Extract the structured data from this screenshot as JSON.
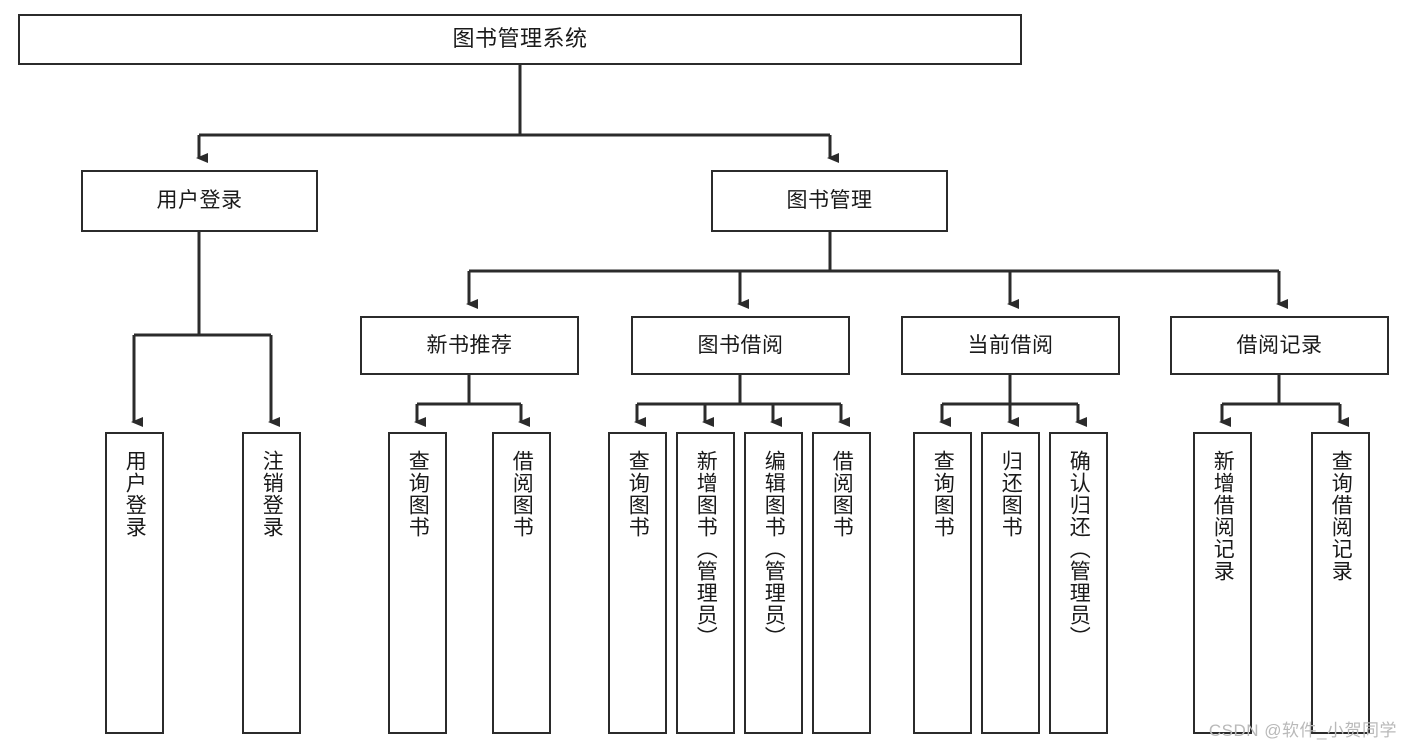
{
  "diagram": {
    "type": "tree",
    "title": "图书管理系统",
    "watermark": "CSDN @软件_小贺同学",
    "colors": {
      "box_border": "#2b2b2b",
      "box_fill": "#ffffff",
      "edge": "#2b2b2b",
      "text": "#1a1a1a",
      "watermark": "#b9b9b9"
    },
    "levels": {
      "root": {
        "label": "图书管理系统"
      },
      "level2": [
        {
          "label": "用户登录"
        },
        {
          "label": "图书管理"
        }
      ],
      "level3": [
        {
          "label": "新书推荐"
        },
        {
          "label": "图书借阅"
        },
        {
          "label": "当前借阅"
        },
        {
          "label": "借阅记录"
        }
      ],
      "leaves": {
        "user_login": [
          {
            "label": "用户登录"
          },
          {
            "label": "注销登录"
          }
        ],
        "new_book_recommend": [
          {
            "label": "查询图书"
          },
          {
            "label": "借阅图书"
          }
        ],
        "book_borrow": [
          {
            "label": "查询图书"
          },
          {
            "label": "新增图书（管理员）"
          },
          {
            "label": "编辑图书（管理员）"
          },
          {
            "label": "借阅图书"
          }
        ],
        "current_borrow": [
          {
            "label": "查询图书"
          },
          {
            "label": "归还图书"
          },
          {
            "label": "确认归还（管理员）"
          }
        ],
        "borrow_record": [
          {
            "label": "新增借阅记录"
          },
          {
            "label": "查询借阅记录"
          }
        ]
      }
    }
  }
}
